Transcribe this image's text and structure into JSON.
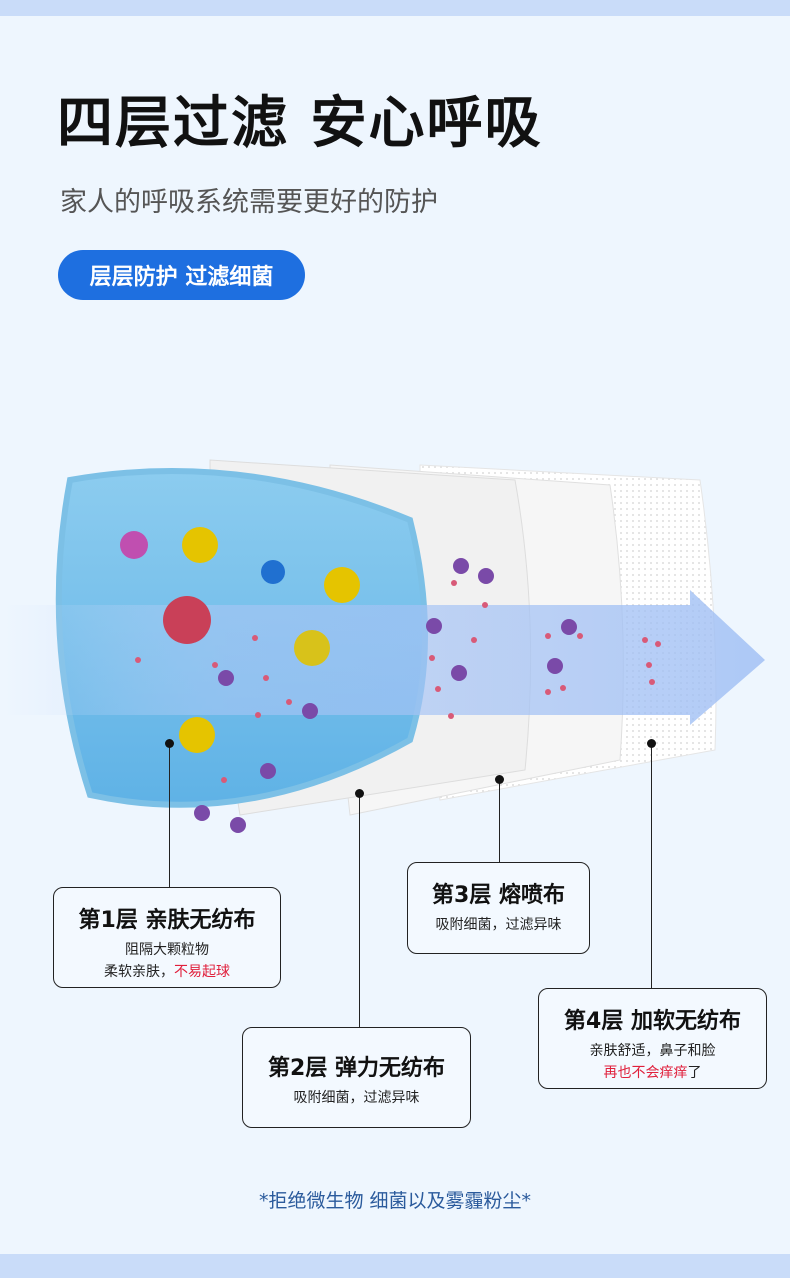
{
  "header": {
    "title": "四层过滤 安心呼吸",
    "subtitle": "家人的呼吸系统需要更好的防护",
    "badge": "层层防护 过滤细菌"
  },
  "layers": [
    {
      "title": "第1层 亲肤无纺布",
      "lines": [
        "阻隔大颗粒物"
      ],
      "line2_prefix": "柔软亲肤，",
      "line2_highlight": "不易起球"
    },
    {
      "title": "第2层 弹力无纺布",
      "lines": [
        "吸附细菌，过滤异味"
      ]
    },
    {
      "title": "第3层 熔喷布",
      "lines": [
        "吸附细菌，过滤异味"
      ]
    },
    {
      "title": "第4层 加软无纺布",
      "lines": [
        "亲肤舒适，鼻子和脸"
      ],
      "line2_highlight": "再也不会痒痒",
      "line2_suffix": "了"
    }
  ],
  "footer": "*拒绝微生物 细菌以及雾霾粉尘*",
  "colors": {
    "accent": "#1e6fe0",
    "highlight": "#e0203c",
    "footer": "#2a5a9c"
  }
}
